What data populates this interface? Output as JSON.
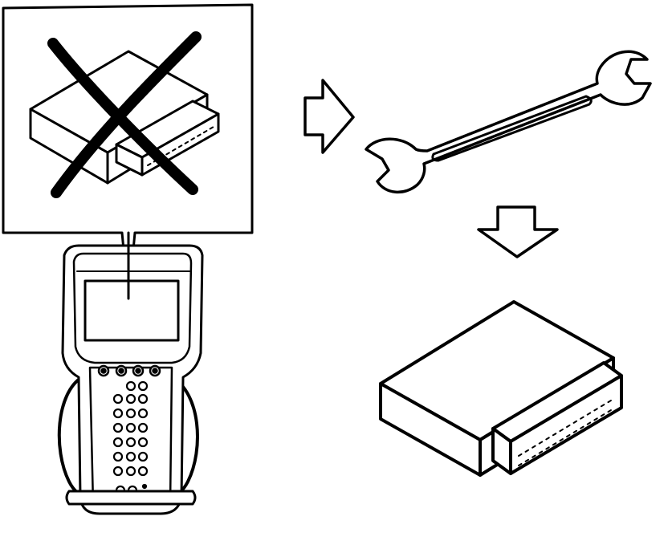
{
  "diagram": {
    "panels": [
      {
        "name": "callout-no-module",
        "depicts": "module-icon",
        "overlay": "cross-mark-icon"
      },
      {
        "name": "replace-step",
        "depicts": "wrench-icon"
      },
      {
        "name": "result",
        "depicts": "module-icon"
      }
    ],
    "devices": [
      "scan-tool-icon",
      "module-icon",
      "wrench-icon"
    ],
    "arrows": [
      "arrow-right-icon",
      "arrow-down-icon"
    ],
    "colors": {
      "stroke": "#000000",
      "fill": "#ffffff"
    }
  }
}
